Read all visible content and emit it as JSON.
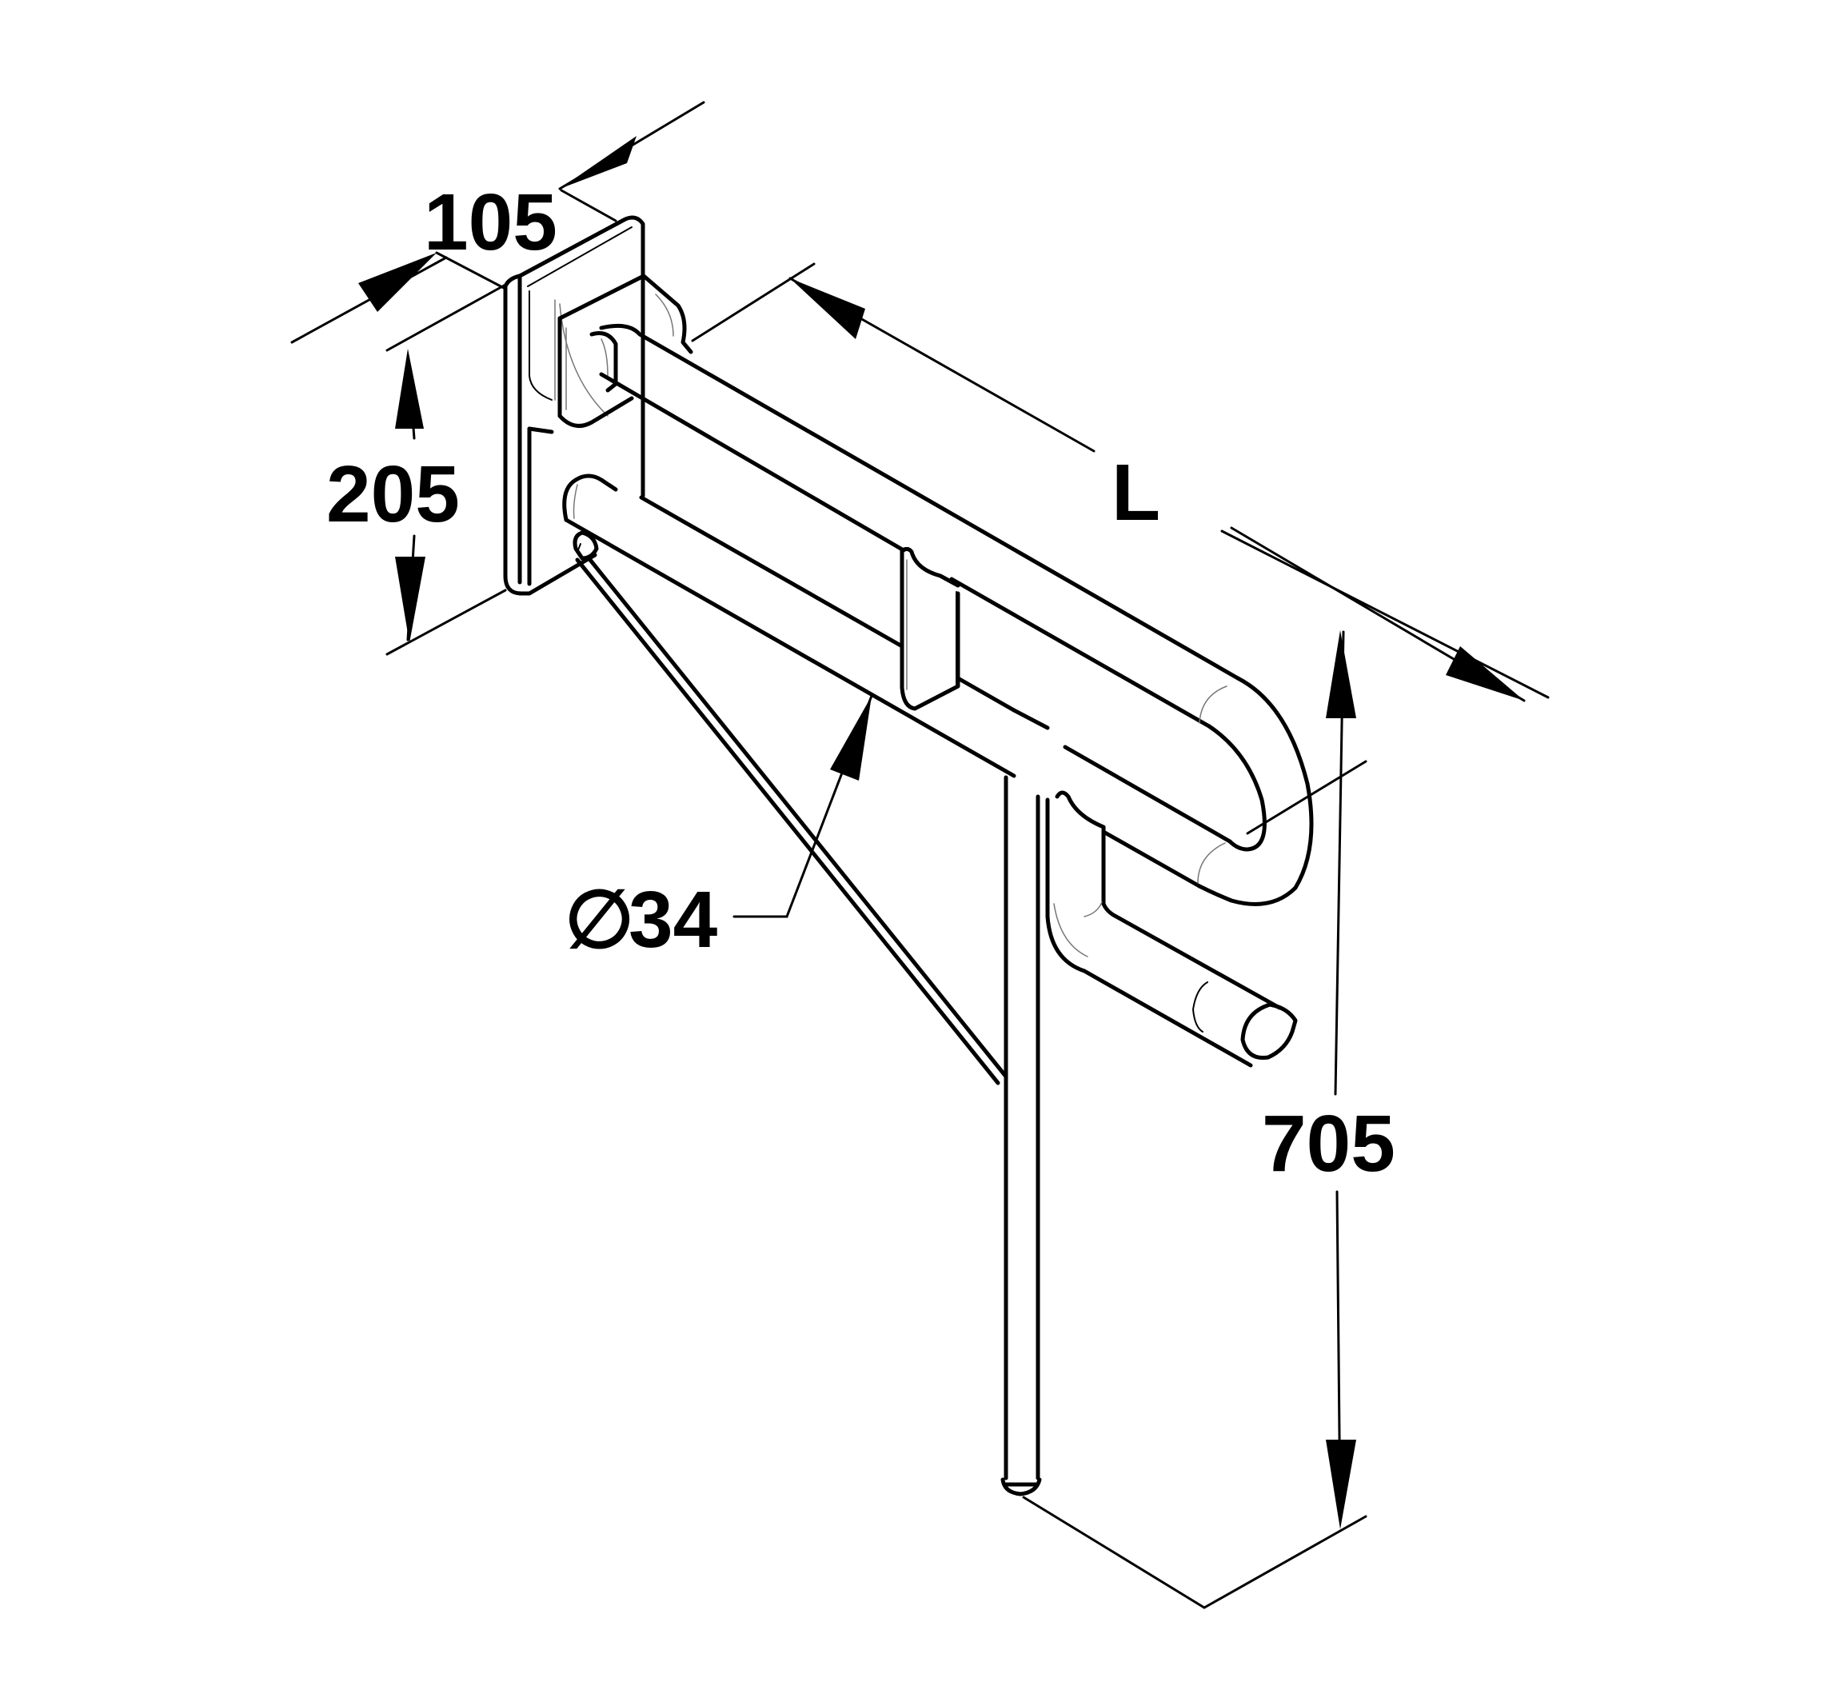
{
  "diagram": {
    "dimensions": {
      "depth": "105",
      "height": "205",
      "length": "L",
      "tube_diameter": "34",
      "floor_height": "705"
    },
    "diameter_symbol": "∅"
  }
}
